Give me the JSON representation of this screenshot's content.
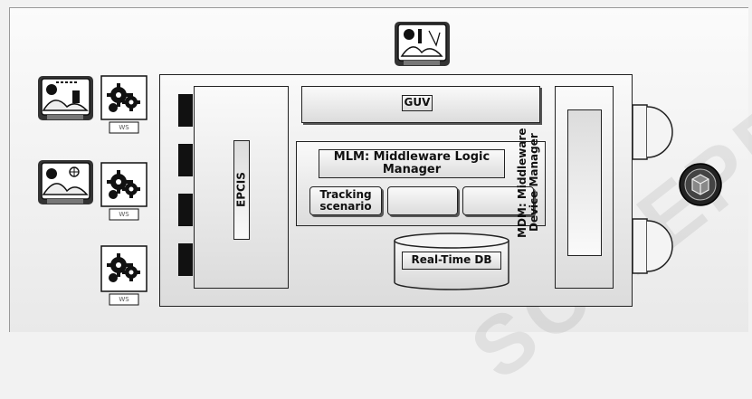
{
  "diagram": {
    "guv_label": "GUV",
    "epcis_label": "EPCIS",
    "mlm_label": "MLM: Middleware Logic Manager",
    "tracking_label": "Tracking scenario",
    "db_label": "Real-Time DB",
    "mdm_label": "MDM: Middleware Device Manager",
    "ws_label": "WS",
    "watermark": "SCITEPRESS"
  },
  "colors": {
    "outline": "#222222",
    "fill_top": "#fafafa",
    "fill_bottom": "#dcdcdc",
    "dark": "#111111"
  },
  "icons": [
    "workstation-top-icon",
    "workstation-icon",
    "gear-server-icon",
    "globe-icon",
    "antenna-icon",
    "package-icon"
  ]
}
